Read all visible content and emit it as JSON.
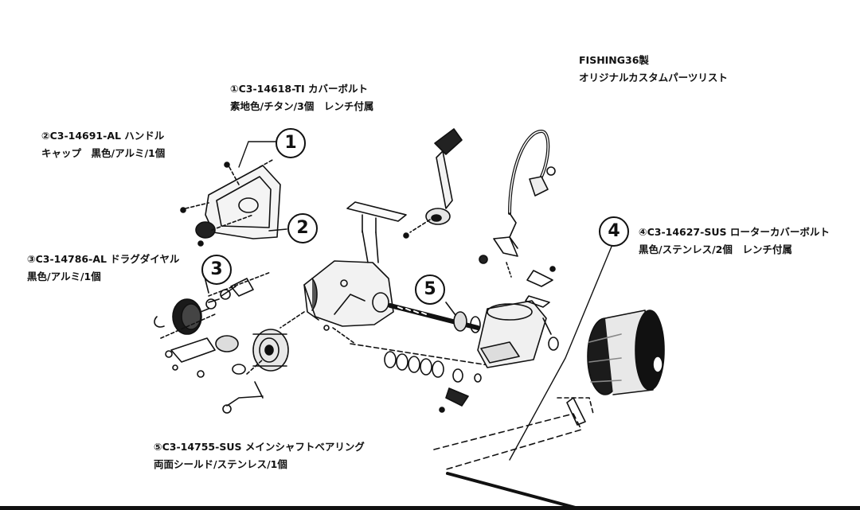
{
  "header": {
    "line1": "FISHING36製",
    "line2": "オリジナルカスタムパーツリスト"
  },
  "parts": [
    {
      "marker": "1",
      "line1": "①C3-14618-TI カバーボルト",
      "line2": "素地色/チタン/3個　レンチ付属"
    },
    {
      "marker": "2",
      "line1": "②C3-14691-AL ハンドル",
      "line2": "キャップ　黒色/アルミ/1個"
    },
    {
      "marker": "3",
      "line1": "③C3-14786-AL ドラグダイヤル",
      "line2": "黒色/アルミ/1個"
    },
    {
      "marker": "4",
      "line1": "④C3-14627-SUS ローターカバーボルト",
      "line2": "黒色/ステンレス/2個　レンチ付属"
    },
    {
      "marker": "5",
      "line1": "⑤C3-14755-SUS メインシャフトベアリング",
      "line2": "両面シールド/ステンレス/1個"
    }
  ]
}
